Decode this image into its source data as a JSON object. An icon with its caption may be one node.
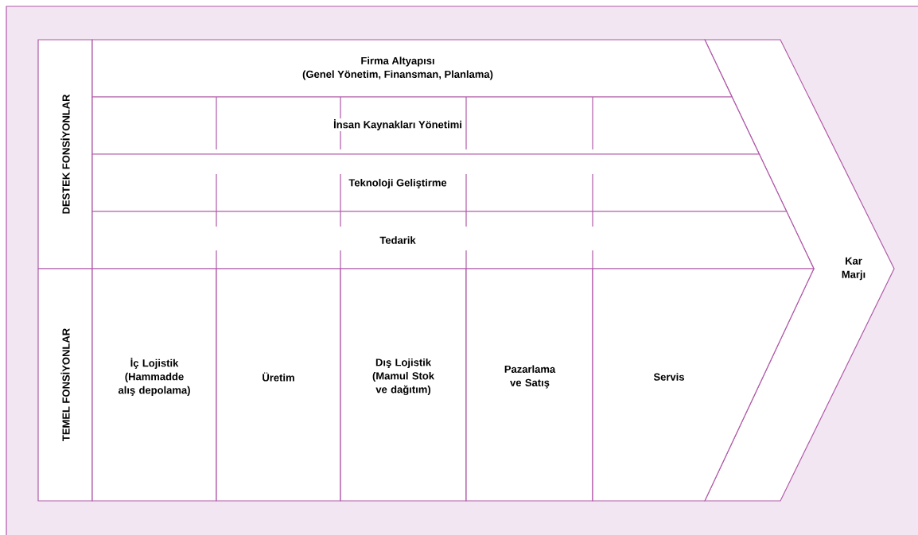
{
  "diagram": {
    "nodes": [
      {
        "text": [
          "DESTEK FONSİYONLAR"
        ]
      },
      {
        "text": [
          "TEMEL FONSİYONLAR"
        ]
      },
      {
        "text": [
          "Firma Altyapısı",
          "(Genel Yönetim, Finansman, Planlama)"
        ]
      },
      {
        "text": [
          "İnsan Kaynakları Yönetimi"
        ]
      },
      {
        "text": [
          "Teknoloji Geliştirme"
        ]
      },
      {
        "text": [
          "Tedarik"
        ]
      },
      {
        "text": [
          "İç Lojistik (Hammadde alış depolama)"
        ]
      },
      {
        "text": [
          "Üretim"
        ]
      },
      {
        "text": [
          "Dış Lojistik (Mamul Stok ve dağıtım)"
        ]
      },
      {
        "text": [
          "Pazarlama ve Satış"
        ]
      },
      {
        "text": [
          "Servis"
        ]
      },
      {
        "text": [
          "Kar Marjı"
        ]
      }
    ]
  }
}
